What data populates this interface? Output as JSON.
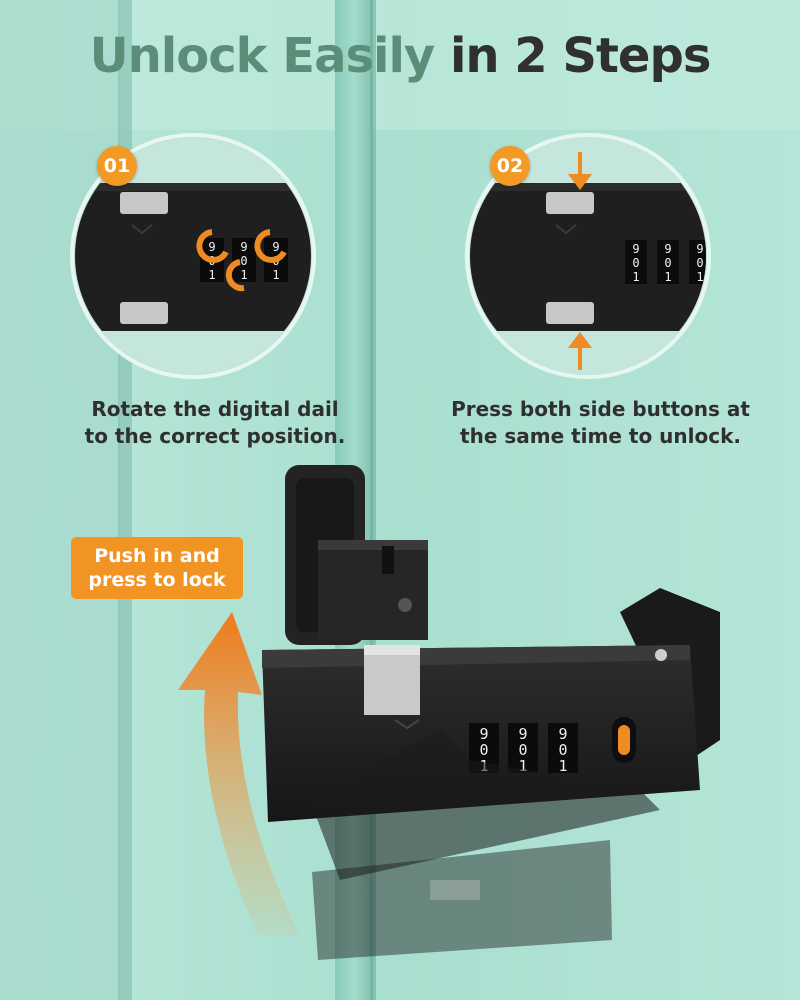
{
  "title": {
    "highlight": "Unlock Easily",
    "rest": "in 2 Steps"
  },
  "steps": [
    {
      "number": "01",
      "caption_line1": "Rotate the digital dail",
      "caption_line2": "to the correct position."
    },
    {
      "number": "02",
      "caption_line1": "Press both side buttons at",
      "caption_line2": "the same time to unlock."
    }
  ],
  "callout": {
    "line1": "Push in and",
    "line2": "press to lock"
  },
  "dials": {
    "step1": [
      [
        "9",
        "0",
        "1"
      ],
      [
        "9",
        "0",
        "1"
      ],
      [
        "9",
        "0",
        "1"
      ]
    ],
    "step2": [
      [
        "9",
        "0",
        "1"
      ],
      [
        "9",
        "0",
        "1"
      ],
      [
        "9",
        "0",
        "1"
      ]
    ],
    "main": [
      [
        "9",
        "0",
        "1"
      ],
      [
        "9",
        "0",
        "1"
      ],
      [
        "9",
        "0",
        "1"
      ]
    ]
  },
  "colors": {
    "title_accent": "#5b8e78",
    "title_dark": "#303030",
    "orange": "#f29424",
    "wall": "#a8e0d0"
  }
}
